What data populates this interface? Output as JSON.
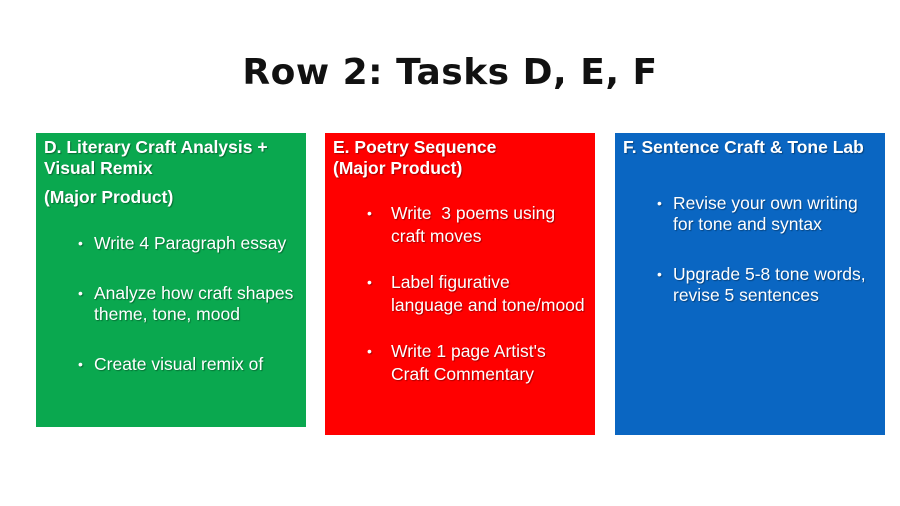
{
  "slide": {
    "title": "Row 2: Tasks D, E, F"
  },
  "colors": {
    "card_d": "#0aa84f",
    "card_e": "#ff0000",
    "card_f": "#0a66c2"
  },
  "cards": [
    {
      "title": "D. Literary Craft Analysis + Visual Remix",
      "subtitle": "(Major Product)",
      "bullets": [
        "Write 4 Paragraph essay",
        "Analyze how craft shapes theme, tone, mood",
        "Create visual remix of"
      ]
    },
    {
      "title": "E. Poetry Sequence",
      "subtitle": "(Major Product)",
      "bullets": [
        "Write  3 poems using craft moves",
        "Label figurative language and tone/mood",
        "Write 1 page Artist's Craft Commentary"
      ]
    },
    {
      "title": "F. Sentence Craft & Tone Lab",
      "bullets": [
        "Revise your own writing for tone and syntax",
        "Upgrade 5-8 tone words, revise 5 sentences"
      ]
    }
  ]
}
